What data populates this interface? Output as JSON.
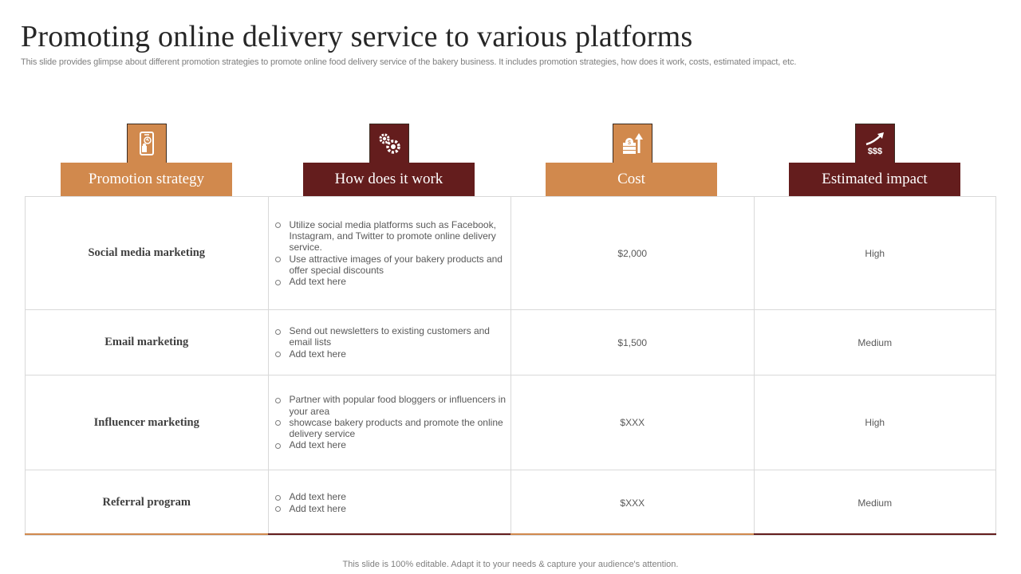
{
  "title": "Promoting online delivery service to various platforms",
  "subtitle": "This slide provides glimpse about different promotion strategies to promote online food delivery service of the bakery business. It includes promotion strategies, how does it work, costs, estimated impact, etc.",
  "colors": {
    "accent_light": "#d1894d",
    "accent_dark": "#641d1d",
    "border": "#d9d9d9"
  },
  "columns": [
    {
      "label": "Promotion strategy",
      "icon": "mobile-phone-icon",
      "style": "light"
    },
    {
      "label": "How does it work",
      "icon": "gears-icon",
      "style": "dark"
    },
    {
      "label": "Cost",
      "icon": "money-growth-icon",
      "style": "light"
    },
    {
      "label": "Estimated impact",
      "icon": "dollar-growth-icon",
      "style": "dark"
    }
  ],
  "rows": [
    {
      "strategy": "Social media marketing",
      "how": [
        "Utilize social media platforms such as Facebook, Instagram, and Twitter to promote online delivery service.",
        "Use attractive images of your bakery products and offer special discounts",
        "Add text here"
      ],
      "cost": "$2,000",
      "impact": "High"
    },
    {
      "strategy": "Email marketing",
      "how": [
        "Send out newsletters to existing customers and email lists",
        "Add text here"
      ],
      "cost": "$1,500",
      "impact": "Medium"
    },
    {
      "strategy": "Influencer marketing",
      "how": [
        "Partner with popular food bloggers or influencers in your area",
        "showcase bakery products and promote the online delivery service",
        "Add text here"
      ],
      "cost": "$XXX",
      "impact": "High"
    },
    {
      "strategy": "Referral program",
      "how": [
        "Add text here",
        "Add text here"
      ],
      "cost": "$XXX",
      "impact": "Medium"
    }
  ],
  "footer": "This slide is 100% editable.  Adapt it to your needs & capture your audience's attention."
}
